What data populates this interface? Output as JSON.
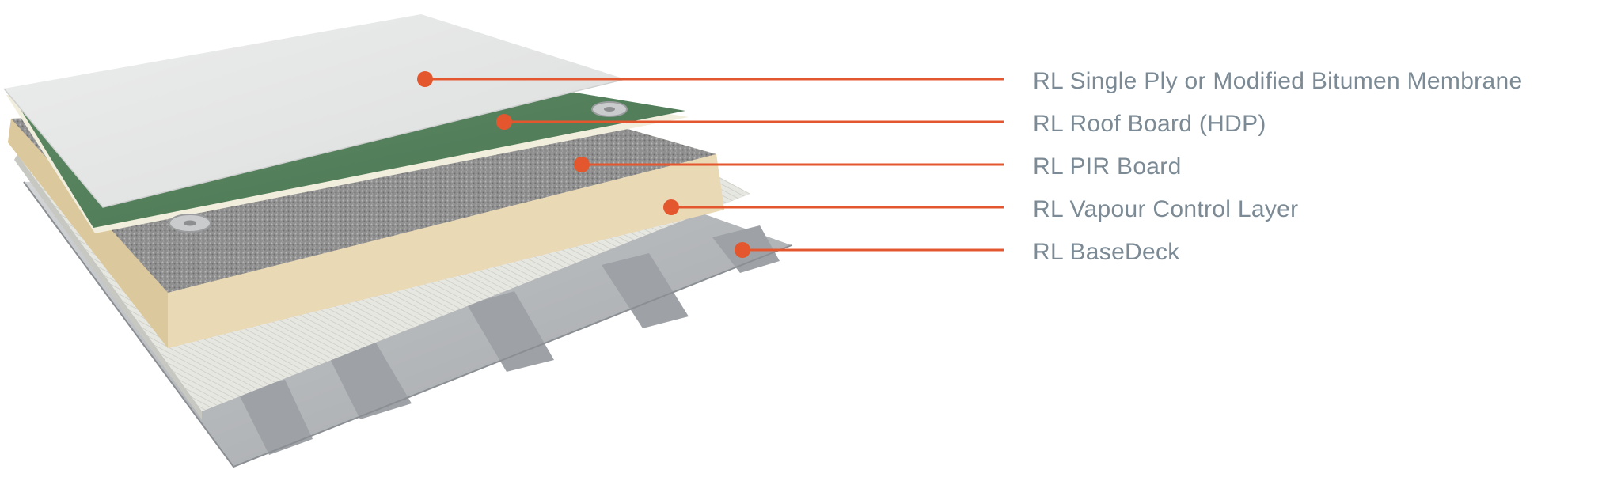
{
  "accent_color": "#e4572e",
  "label_color": "#7b8a94",
  "layers": [
    {
      "id": "membrane",
      "label": "RL Single Ply or Modified Bitumen Membrane"
    },
    {
      "id": "roof-board",
      "label": "RL Roof Board (HDP)"
    },
    {
      "id": "pir-board",
      "label": "RL PIR Board"
    },
    {
      "id": "vapour-control",
      "label": "RL Vapour Control Layer"
    },
    {
      "id": "basedeck",
      "label": "RL BaseDeck"
    }
  ]
}
